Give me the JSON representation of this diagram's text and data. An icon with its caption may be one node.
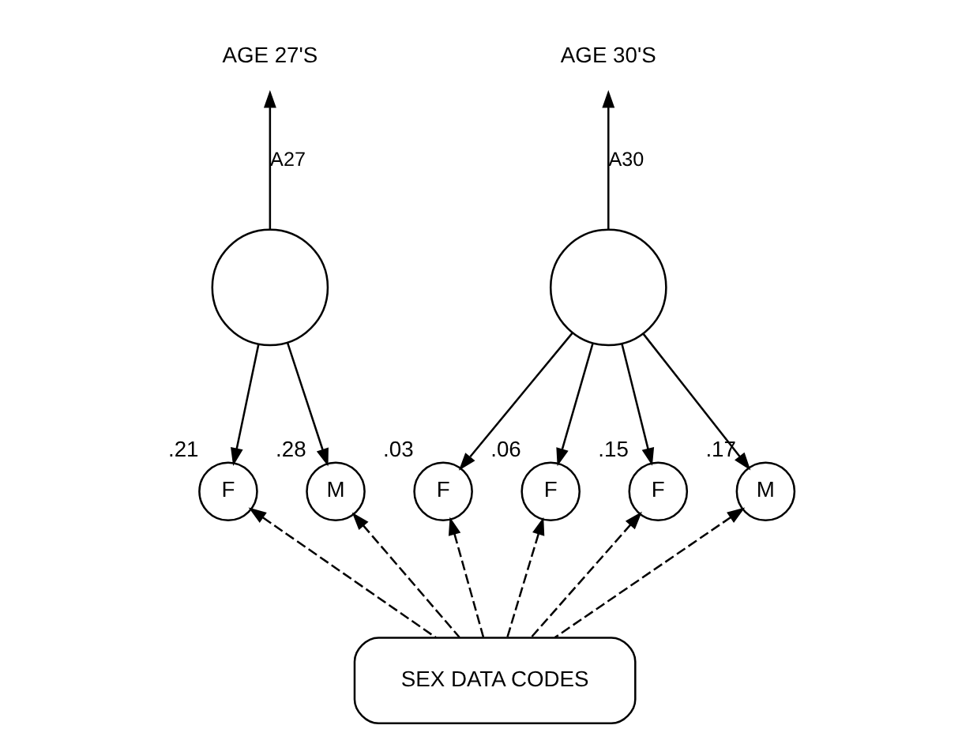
{
  "diagram": {
    "nodes": [
      {
        "text": [
          "AGE 27'S"
        ]
      },
      {
        "text": [
          "AGE 30'S"
        ]
      },
      {
        "text": [],
        "shape": "circle"
      },
      {
        "text": [],
        "shape": "circle"
      },
      {
        "text": [
          "F"
        ],
        "beside": [
          ".21"
        ]
      },
      {
        "text": [
          "M"
        ],
        "beside": [
          ".28"
        ]
      },
      {
        "text": [
          "F"
        ],
        "beside": [
          ".03"
        ]
      },
      {
        "text": [
          "F"
        ],
        "beside": [
          ".06"
        ]
      },
      {
        "text": [
          "F"
        ],
        "beside": [
          ".15"
        ]
      },
      {
        "text": [
          "M"
        ],
        "beside": [
          ".17"
        ]
      },
      {
        "text": [
          "SEX DATA CODES"
        ]
      }
    ],
    "edges": [
      {
        "from": 2,
        "to": 0,
        "arrow": "to",
        "label": "A27"
      },
      {
        "from": 3,
        "to": 1,
        "arrow": "to",
        "label": "A30"
      },
      {
        "from": 2,
        "to": 4,
        "arrow": "to"
      },
      {
        "from": 2,
        "to": 5,
        "arrow": "to"
      },
      {
        "from": 3,
        "to": 6,
        "arrow": "to"
      },
      {
        "from": 3,
        "to": 7,
        "arrow": "to"
      },
      {
        "from": 3,
        "to": 8,
        "arrow": "to"
      },
      {
        "from": 3,
        "to": 9,
        "arrow": "to"
      },
      {
        "from": 10,
        "to": 4,
        "arrow": "to",
        "style": "dashed"
      },
      {
        "from": 10,
        "to": 5,
        "arrow": "to",
        "style": "dashed"
      },
      {
        "from": 10,
        "to": 6,
        "arrow": "to",
        "style": "dashed"
      },
      {
        "from": 10,
        "to": 7,
        "arrow": "to",
        "style": "dashed"
      },
      {
        "from": 10,
        "to": 8,
        "arrow": "to",
        "style": "dashed"
      },
      {
        "from": 10,
        "to": 9,
        "arrow": "to",
        "style": "dashed"
      }
    ]
  }
}
